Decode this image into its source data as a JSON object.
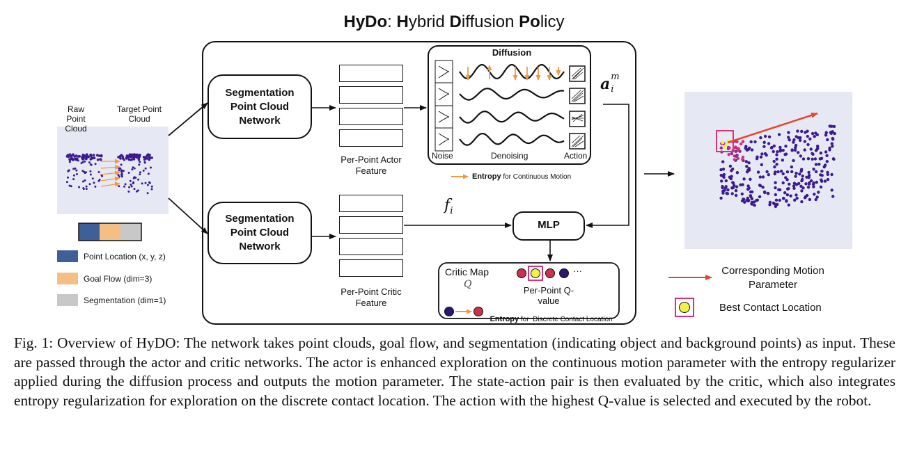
{
  "title": {
    "acronym": "HyDo",
    "sep": ": ",
    "full": [
      "H",
      "ybrid ",
      "D",
      "iffusion ",
      "P",
      "o",
      "licy"
    ]
  },
  "input": {
    "raw_label": "Raw Point Cloud",
    "target_label": "Target Point Cloud"
  },
  "legend": [
    {
      "label": "Point Location (x, y, z)",
      "color": "#3e5f97"
    },
    {
      "label": "Goal Flow (dim=3)",
      "color": "#f4bf85"
    },
    {
      "label": "Segmentation (dim=1)",
      "color": "#c8c8c8"
    }
  ],
  "networks": {
    "actor_net": "Segmentation Point Cloud Network",
    "critic_net": "Segmentation Point Cloud Network",
    "actor_feature": "Per-Point Actor Feature",
    "critic_feature": "Per-Point Critic Feature"
  },
  "diffusion": {
    "title": "Diffusion",
    "noise": "Noise",
    "denoising": "Denoising",
    "action": "Action",
    "entropy_word": "Entropy",
    "entropy_rest": " for Continuous Motion"
  },
  "math": {
    "action_symbol": "a",
    "action_sub": "i",
    "action_sup": "m",
    "feature_symbol": "f",
    "feature_sub": "i"
  },
  "mlp": "MLP",
  "critic_map": {
    "title": "Critic Map",
    "q_symbol": "Q",
    "ellipsis": "···",
    "qvalue_label": "Per-Point Q-value",
    "entropy_word": "Entropy",
    "entropy_rest": " for  Discrete Contact Location"
  },
  "right_legend": {
    "motion": "Corresponding Motion Parameter",
    "contact": "Best Contact Location"
  },
  "colors": {
    "point_purple": "#3b1b8e",
    "orange": "#f29a3a",
    "red_arrow": "#e8452c",
    "pink": "#d6337a",
    "yellow": "#f3f04a",
    "crimson": "#c8334a",
    "navy": "#2a1670",
    "plot_bg": "#e6e9f4"
  },
  "caption": "Fig. 1: Overview of HyDO: The network takes point clouds, goal flow, and segmentation (indicating object and background points) as input. These are passed through the actor and critic networks. The actor is enhanced exploration on the continuous motion parameter with the entropy regularizer applied during the diffusion process and outputs the motion parameter. The state-action pair is then evaluated by the critic, which also integrates entropy regularization for exploration on the discrete contact location. The action with the highest Q-value is selected and executed by the robot."
}
